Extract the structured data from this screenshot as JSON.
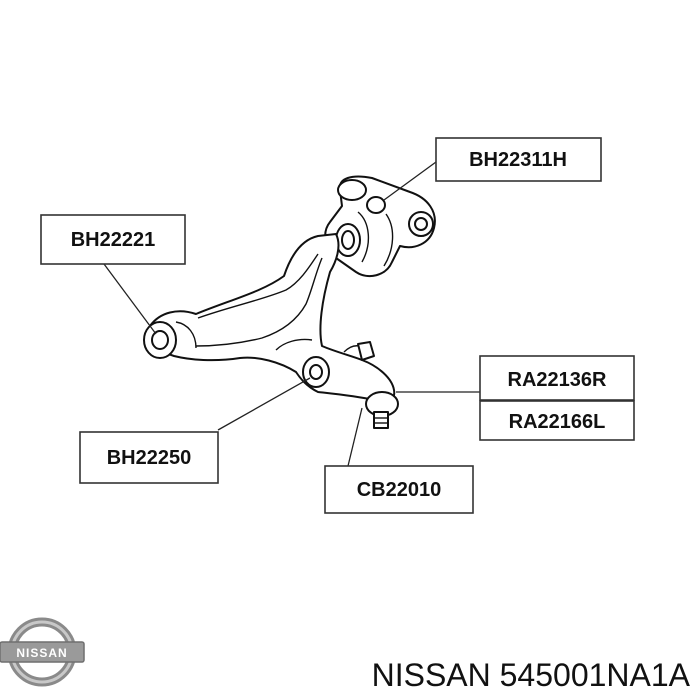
{
  "callouts": {
    "bh22311h": "BH22311H",
    "bh22221": "BH22221",
    "ra22136r": "RA22136R",
    "ra22166l": "RA22166L",
    "bh22250": "BH22250",
    "cb22010": "CB22010"
  },
  "brand": {
    "logo_text": "NISSAN",
    "footer": "NISSAN 545001NA1A"
  },
  "colors": {
    "ink": "#111111",
    "logo_silver": "#9a9a9a"
  }
}
